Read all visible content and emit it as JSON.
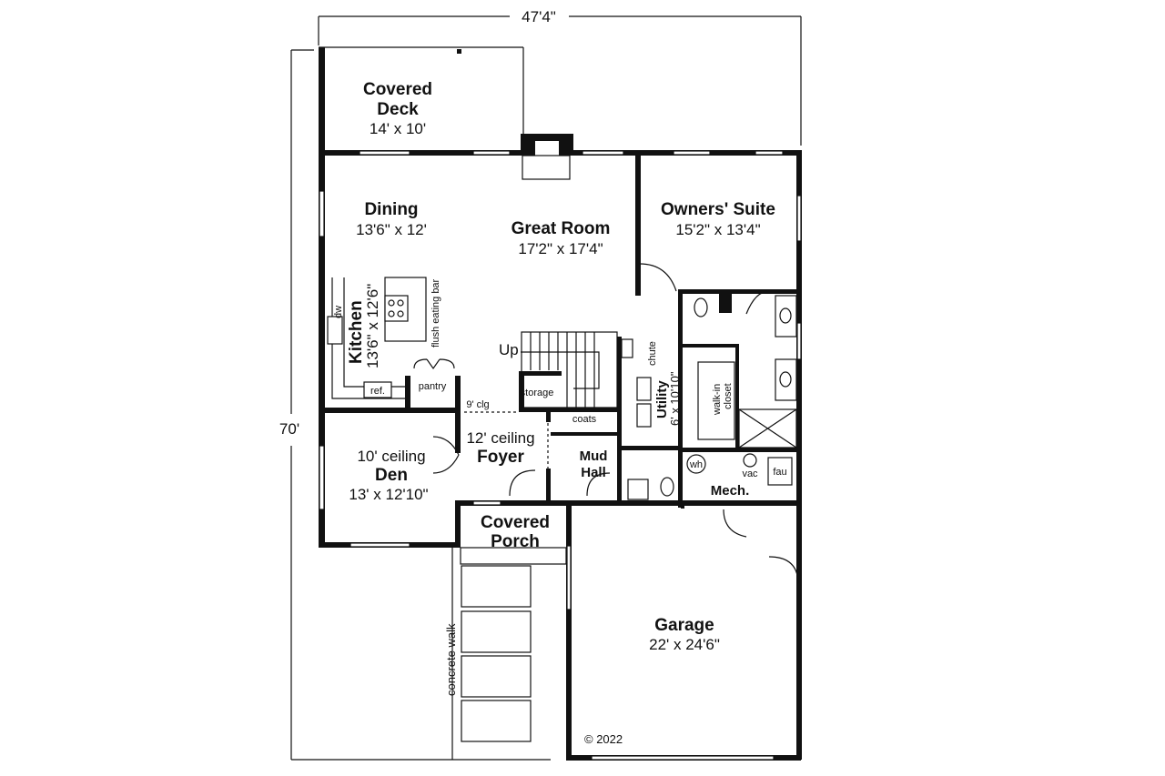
{
  "dimensions": {
    "width": "47'4\"",
    "depth": "70'"
  },
  "rooms": {
    "covered_deck": {
      "name1": "Covered",
      "name2": "Deck",
      "size": "14' x 10'"
    },
    "dining": {
      "name": "Dining",
      "size": "13'6\" x 12'"
    },
    "great_room": {
      "name": "Great Room",
      "size": "17'2\" x 17'4\""
    },
    "owners_suite": {
      "name": "Owners' Suite",
      "size": "15'2\" x 13'4\""
    },
    "kitchen": {
      "name": "Kitchen",
      "size": "13'6\" x 12'6\""
    },
    "utility": {
      "name": "Utility",
      "size": "6' x 10'10\""
    },
    "den": {
      "ceiling": "10' ceiling",
      "name": "Den",
      "size": "13' x 12'10\""
    },
    "foyer": {
      "ceiling": "12' ceiling",
      "name": "Foyer"
    },
    "mud_hall": {
      "name1": "Mud",
      "name2": "Hall"
    },
    "mech": {
      "name": "Mech."
    },
    "covered_porch": {
      "name1": "Covered",
      "name2": "Porch"
    },
    "garage": {
      "name": "Garage",
      "size": "22' x 24'6\""
    }
  },
  "labels": {
    "dw": "dw",
    "flush_eating_bar": "flush eating bar",
    "ref": "ref.",
    "pantry": "pantry",
    "up": "Up",
    "storage": "storage",
    "clg": "9' clg",
    "coats": "coats",
    "chute": "chute",
    "walk_in_closet1": "walk-in",
    "walk_in_closet2": "closet",
    "wh": "wh",
    "vac": "vac",
    "fau": "fau",
    "concrete_walk": "concrete walk",
    "copyright": "© 2022"
  }
}
